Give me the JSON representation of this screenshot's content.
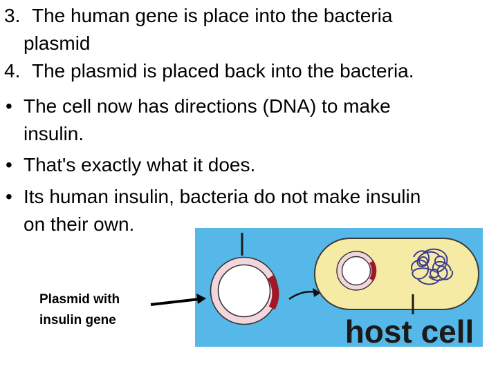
{
  "slide": {
    "items": [
      {
        "marker": "3.",
        "lines": [
          "The human gene is place into the bacteria",
          "plasmid"
        ]
      },
      {
        "marker": "4.",
        "lines": [
          "The plasmid is placed back into the bacteria."
        ]
      },
      {
        "marker": "•",
        "lines": [
          "The cell now has directions (DNA) to make",
          "insulin."
        ]
      },
      {
        "marker": "•",
        "lines": [
          "That's exactly what it does."
        ]
      },
      {
        "marker": "•",
        "lines": [
          "Its human insulin, bacteria do not make insulin",
          "on their own."
        ]
      }
    ]
  },
  "figure": {
    "plasmid_label": [
      "Plasmid with",
      "insulin gene"
    ],
    "host_cell_label": "host cell",
    "colors": {
      "panel": "#55b8e8",
      "cell_fill": "#f6eba5",
      "cell_outline": "#3a3a3a",
      "plasmid_ring": "#f3d6dc",
      "insulin_gene": "#a01828",
      "dna": "#3c3c8c"
    }
  }
}
